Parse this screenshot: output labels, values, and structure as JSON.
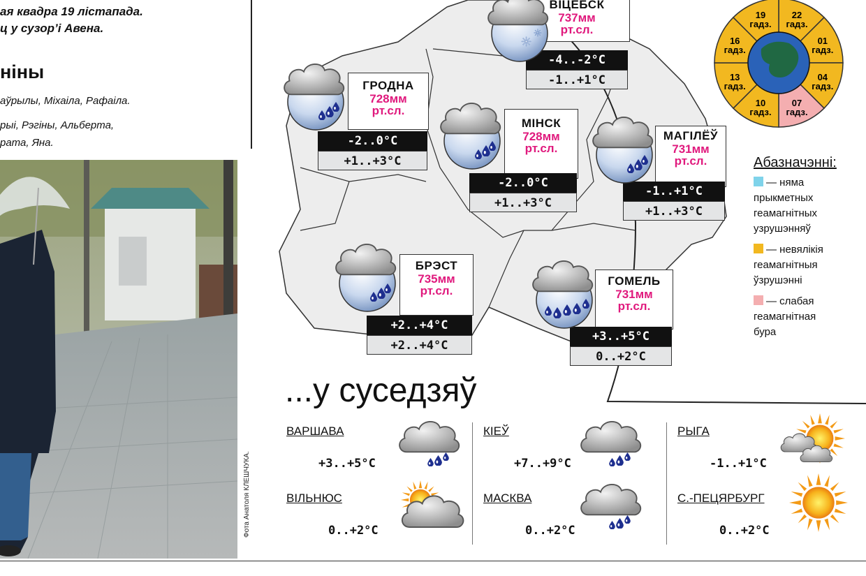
{
  "left": {
    "lead_line1": "ая квадра 19 лістапада.",
    "lead_line2": "ц у сузор’і Авена.",
    "names_title": "ніны",
    "names_line1": "аўрылы, Міхаіла, Рафаіла.",
    "names_line2": "рыі, Рэгіны, Альберта,",
    "names_line3": "рата, Яна.",
    "photo_credit": "Фота Анатоля КЛЕШЧУКА."
  },
  "cities": [
    {
      "name": "ВІЦЕБСК",
      "pressure": "737мм",
      "unit": "рт.сл.",
      "night": "-4..-2°C",
      "day": "-1..+1°C",
      "icon": "snow-cloud-icon"
    },
    {
      "name": "ГРОДНА",
      "pressure": "728мм",
      "unit": "рт.сл.",
      "night": "-2..0°C",
      "day": "+1..+3°C",
      "icon": "rain-cloud-icon"
    },
    {
      "name": "МІНСК",
      "pressure": "728мм",
      "unit": "рт.сл.",
      "night": "-2..0°C",
      "day": "+1..+3°C",
      "icon": "rain-cloud-icon"
    },
    {
      "name": "МАГІЛЁЎ",
      "pressure": "731мм",
      "unit": "рт.сл.",
      "night": "-1..+1°C",
      "day": "+1..+3°C",
      "icon": "rain-cloud-icon"
    },
    {
      "name": "БРЭСТ",
      "pressure": "735мм",
      "unit": "рт.сл.",
      "night": "+2..+4°C",
      "day": "+2..+4°C",
      "icon": "rain-cloud-icon"
    },
    {
      "name": "ГОМЕЛЬ",
      "pressure": "731мм",
      "unit": "рт.сл.",
      "night": "+3..+5°C",
      "day": "0..+2°C",
      "icon": "heavy-rain-cloud-icon"
    }
  ],
  "clock": {
    "unit": "гадз.",
    "hours": [
      "22",
      "01",
      "04",
      "07",
      "10",
      "13",
      "16",
      "19"
    ],
    "colors": {
      "yellow": "#f2b820",
      "pink": "#f4aeb0",
      "blue": "#7fd3ea"
    }
  },
  "legend": {
    "title": "Абазначэнні:",
    "items": [
      {
        "color": "#7fd3ea",
        "text1": "— няма",
        "text2": "прыкметных",
        "text3": "геамагнітных",
        "text4": "узрушэнняў"
      },
      {
        "color": "#f2b820",
        "text1": "— невялікія",
        "text2": "геамагнітныя",
        "text3": "ўзрушэнні"
      },
      {
        "color": "#f4aeb0",
        "text1": "— слабая",
        "text2": "геамагнітная",
        "text3": "бура"
      }
    ]
  },
  "neighbours": {
    "title": "...у суседзяў",
    "items": [
      {
        "name": "ВАРШАВА",
        "temp": "+3..+5°C",
        "icon": "rain-cloud-icon"
      },
      {
        "name": "ВІЛЬНЮС",
        "temp": "0..+2°C",
        "icon": "sun-behind-cloud-icon"
      },
      {
        "name": "КІЕЎ",
        "temp": "+7..+9°C",
        "icon": "rain-cloud-icon"
      },
      {
        "name": "МАСКВА",
        "temp": "0..+2°C",
        "icon": "rain-cloud-icon"
      },
      {
        "name": "РЫГА",
        "temp": "-1..+1°C",
        "icon": "partly-cloudy-icon"
      },
      {
        "name": "С.-ПЕЦЯРБУРГ",
        "temp": "0..+2°C",
        "icon": "sun-icon"
      }
    ]
  }
}
